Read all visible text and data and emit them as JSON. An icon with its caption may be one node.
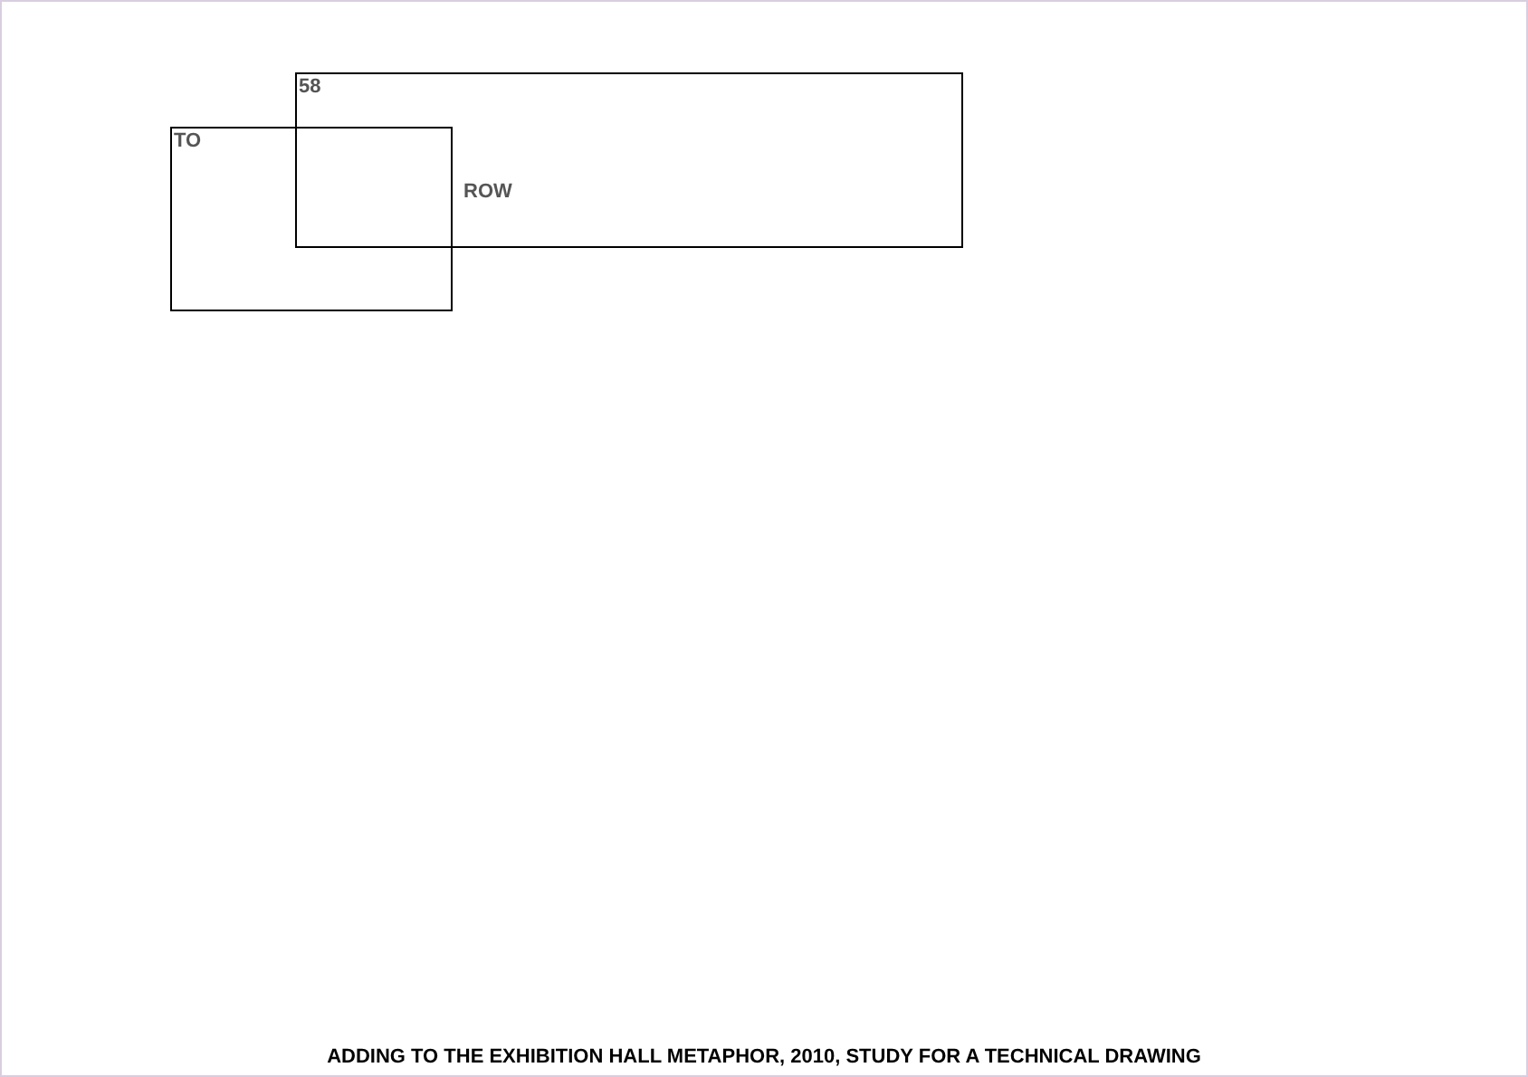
{
  "diagram": {
    "caption": "ADDING TO THE EXHIBITION HALL METAPHOR, 2010, STUDY FOR A TECHNICAL DRAWING",
    "nodes": [
      {
        "text": [
          "58"
        ]
      },
      {
        "text": [
          "TO"
        ]
      }
    ],
    "labels": [
      "ROW"
    ]
  }
}
